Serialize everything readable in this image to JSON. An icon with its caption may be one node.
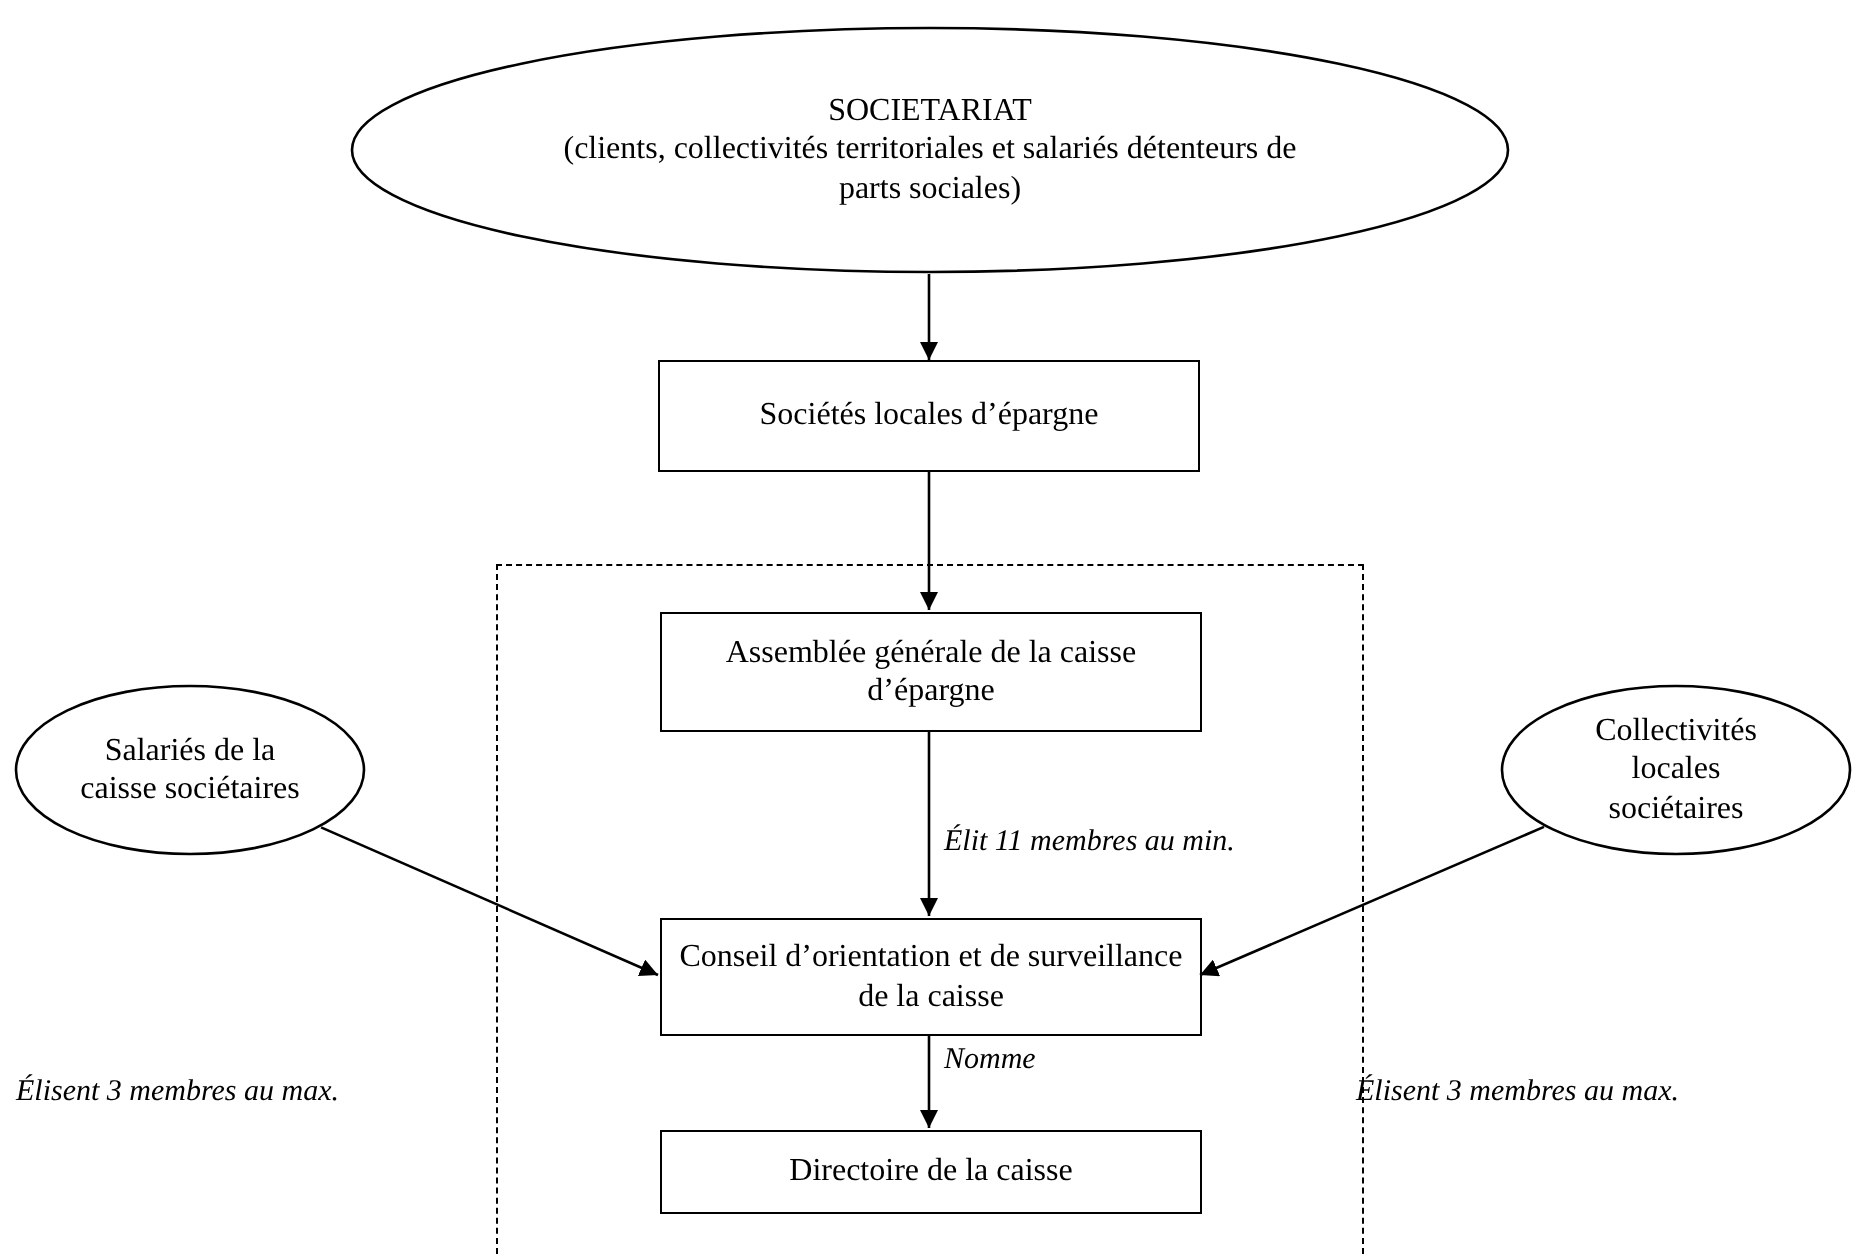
{
  "diagram": {
    "nodes": [
      {
        "text": [
          "SOCIETARIAT",
          "(clients, collectivités territoriales et salariés détenteurs de parts sociales)"
        ]
      },
      {
        "text": [
          "Sociétés locales d’épargne"
        ]
      },
      {
        "text": [],
        "shape": "box"
      },
      {
        "text": [
          "Assemblée générale de la caisse d’épargne"
        ],
        "in": 2
      },
      {
        "text": [
          "Salariés de la caisse sociétaires"
        ]
      },
      {
        "text": [
          "Collectivités locales sociétaires"
        ]
      },
      {
        "text": [
          "Conseil d’orientation et de surveillance de la caisse"
        ],
        "in": 2
      },
      {
        "text": [
          "Directoire de la caisse"
        ],
        "in": 2
      }
    ],
    "edges": [
      {
        "from": 0,
        "to": 1,
        "arrow": "to"
      },
      {
        "from": 1,
        "to": 3,
        "arrow": "to"
      },
      {
        "from": 3,
        "to": 6,
        "arrow": "to",
        "label": "Élit 11 membres au min."
      },
      {
        "from": 4,
        "to": 6,
        "arrow": "to"
      },
      {
        "from": 5,
        "to": 6,
        "arrow": "to"
      },
      {
        "from": 6,
        "to": 7,
        "arrow": "to",
        "label": "Nomme"
      }
    ],
    "labels": [
      "Élisent 3 membres au max.",
      "Élisent 3 membres au max."
    ]
  }
}
